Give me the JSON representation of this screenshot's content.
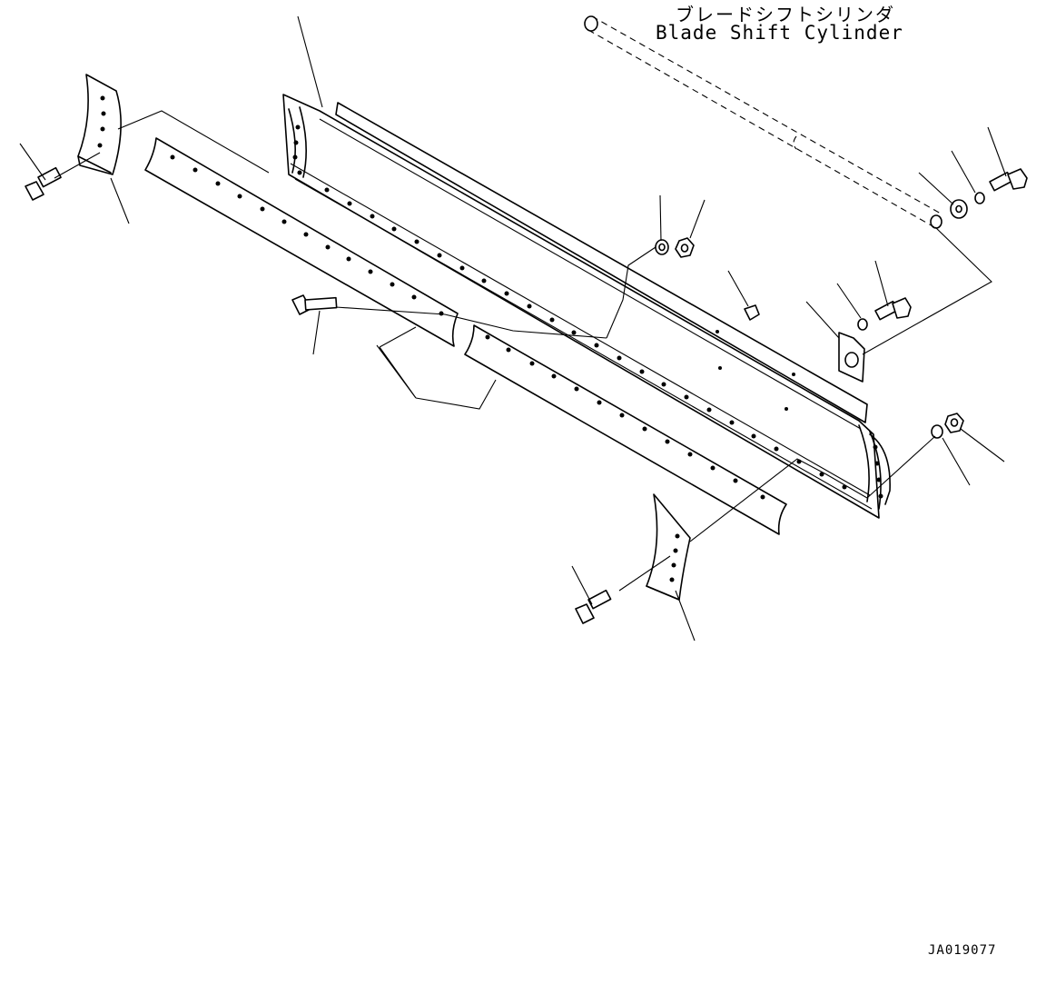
{
  "callout": {
    "japanese": "ブレードシフトシリンダ",
    "english": "Blade Shift Cylinder"
  },
  "drawing_number": "JA019077"
}
